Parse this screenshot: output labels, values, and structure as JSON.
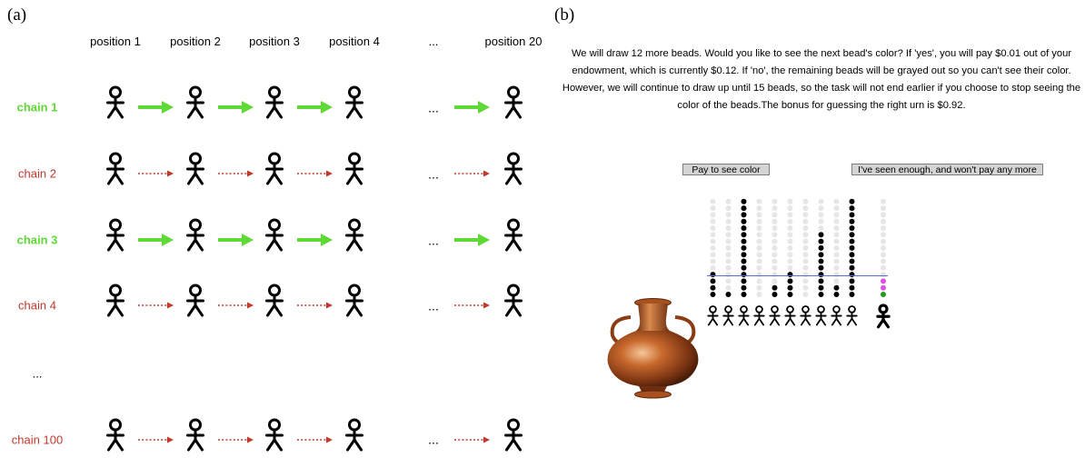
{
  "panel_a": {
    "label": "(a)",
    "positions": [
      "position 1",
      "position 2",
      "position 3",
      "position 4",
      "...",
      "position 20"
    ],
    "chains": [
      {
        "label": "chain 1",
        "style": "green"
      },
      {
        "label": "chain 2",
        "style": "red"
      },
      {
        "label": "chain 3",
        "style": "green"
      },
      {
        "label": "chain 4",
        "style": "red"
      },
      {
        "label": "...",
        "style": "ellipsis"
      },
      {
        "label": "chain 100",
        "style": "red"
      }
    ],
    "row_ellipsis": "...",
    "colors": {
      "green": "#5ed935",
      "red": "#c0392b",
      "figure": "#000000"
    }
  },
  "panel_b": {
    "label": "(b)",
    "instructions": "We will draw 12 more beads. Would you like to see the next bead's color? If 'yes', you will pay $0.01 out of your endowment, which is currently $0.12. If 'no', the remaining beads will be grayed out so you can't see their color. However, we will continue to draw up until 15 beads, so the task will not end earlier if you choose to stop seeing the color of the beads.The bonus for guessing the right urn is $0.92.",
    "pay_button": "Pay to see color",
    "stop_button": "I've seen enough, and won't pay any more",
    "bead_columns": [
      4,
      1,
      15,
      0,
      2,
      4,
      0,
      10,
      2,
      15
    ],
    "current_column": {
      "magenta": 2,
      "green": 1
    },
    "max_beads": 15,
    "colors": {
      "bead_black": "#000000",
      "bead_gray": "#e6e6e6",
      "threshold": "#5b6bd6",
      "magenta": "#e050e0",
      "green": "#1e9a1e"
    }
  }
}
